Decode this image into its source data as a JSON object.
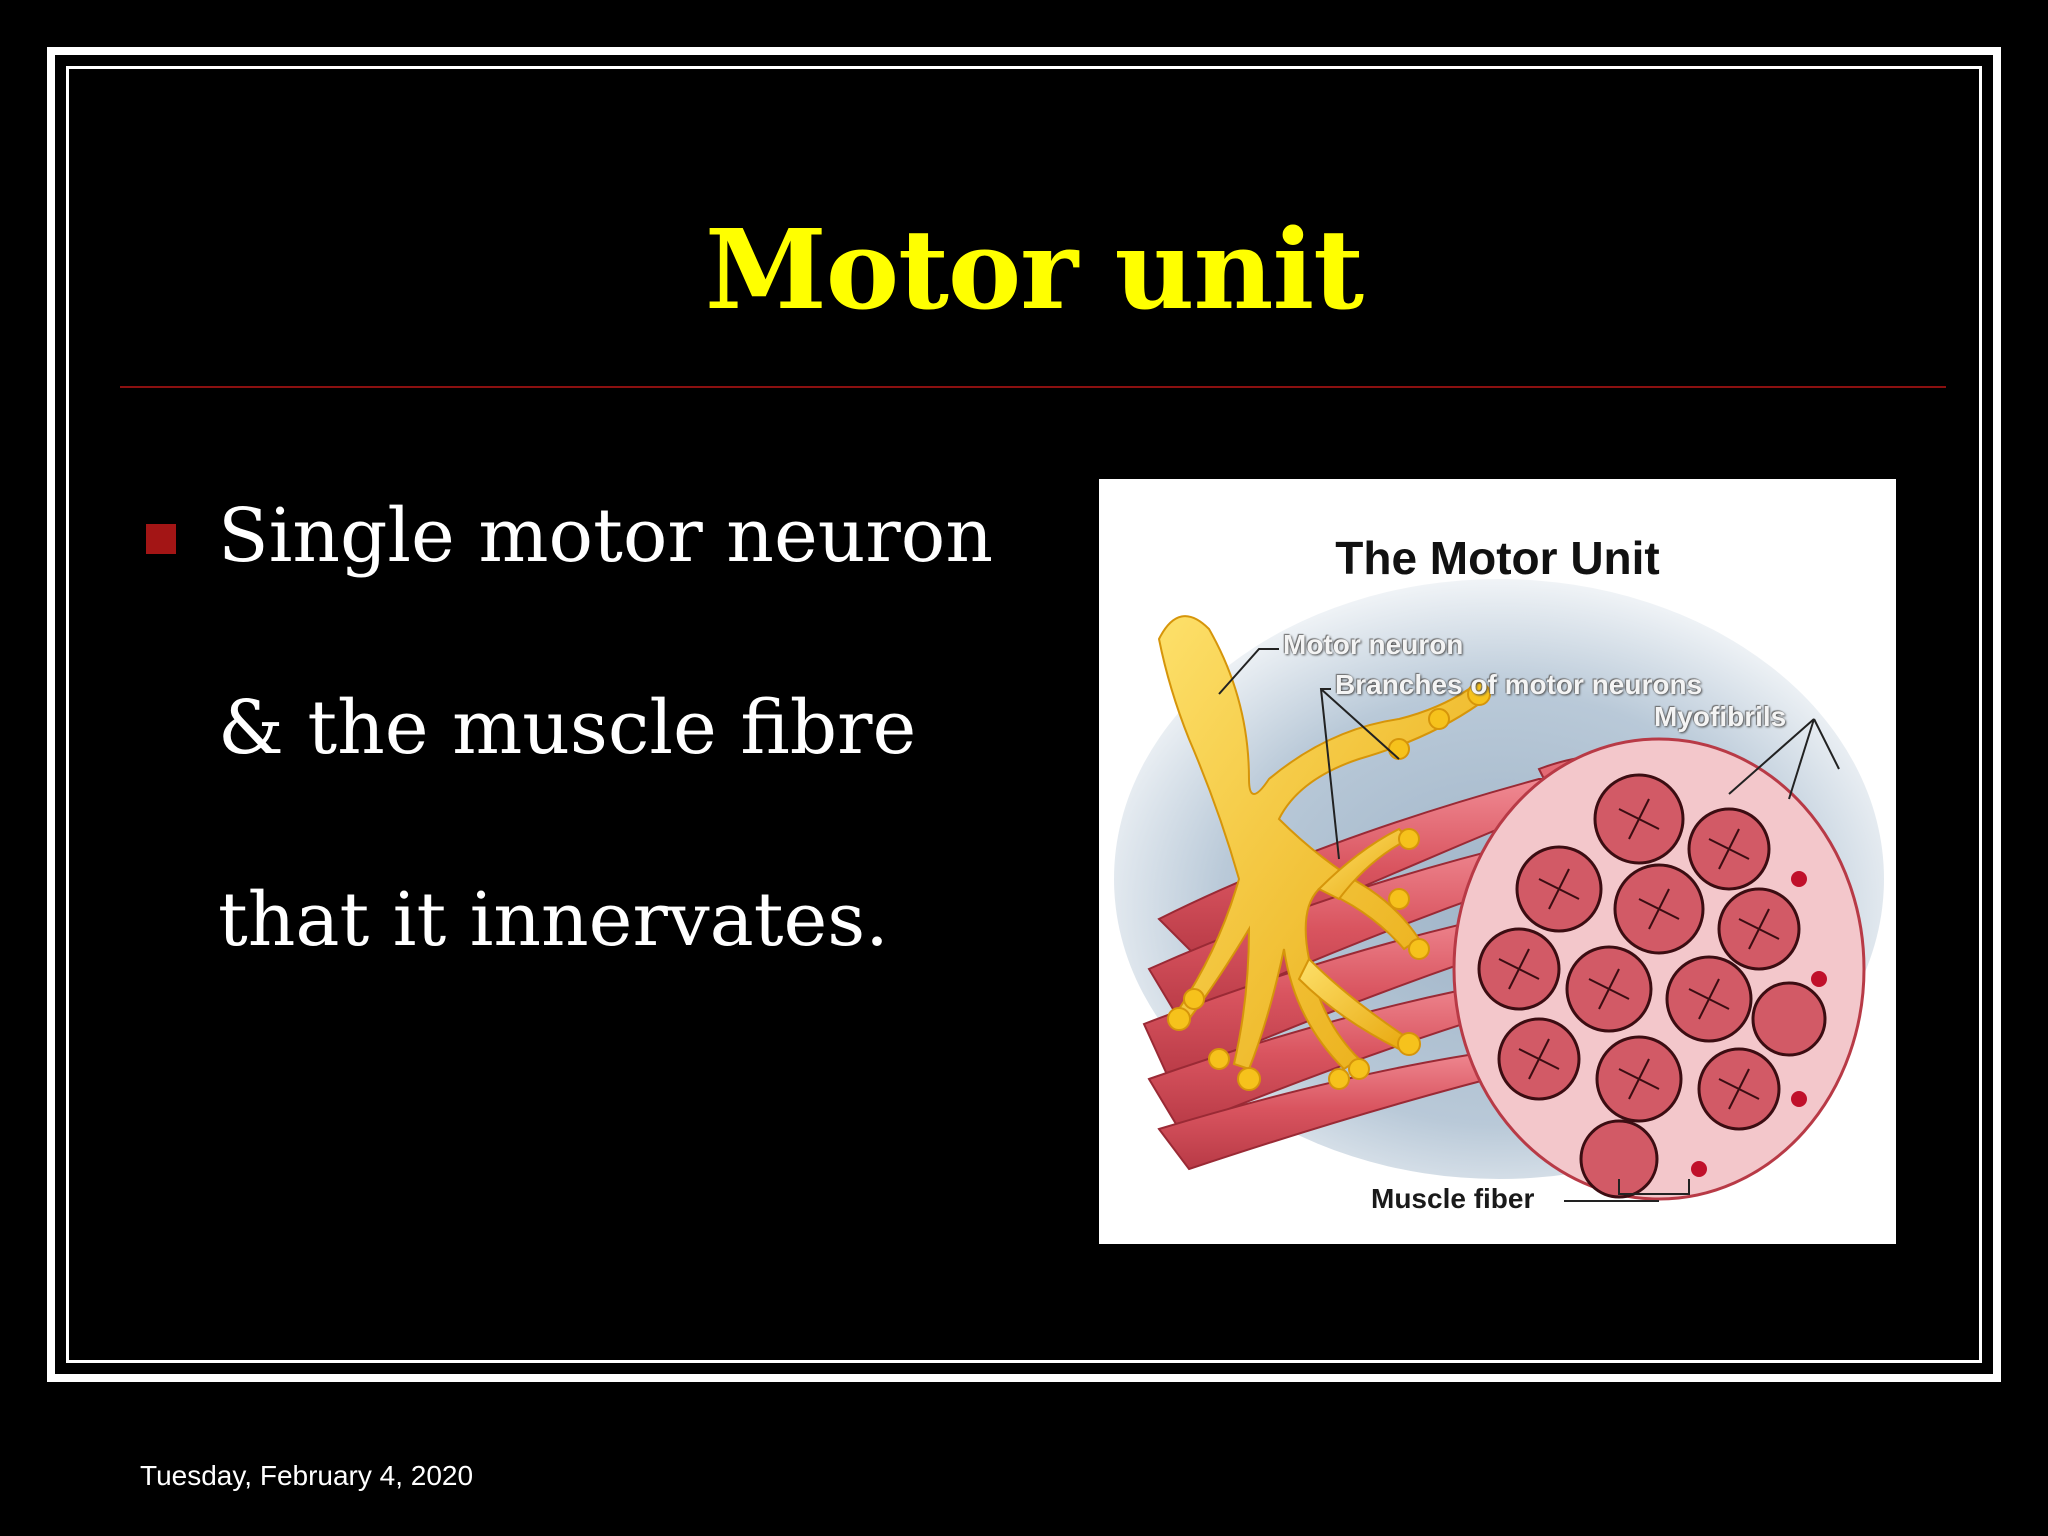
{
  "slide": {
    "title": "Motor unit",
    "bullet": "Single motor neuron & the muscle fibre that it innervates.",
    "date": "Tuesday, February 4, 2020"
  },
  "figure": {
    "title": "The Motor Unit",
    "labels": {
      "motor_neuron": "Motor neuron",
      "branches": "Branches of motor neurons",
      "myofibrils": "Myofibrils",
      "muscle_fiber": "Muscle fiber"
    }
  },
  "colors": {
    "title": "#ffff00",
    "rule": "#8b1010",
    "bullet": "#a31515",
    "neuron": "#f6c21c",
    "muscle": "#d9545f"
  }
}
